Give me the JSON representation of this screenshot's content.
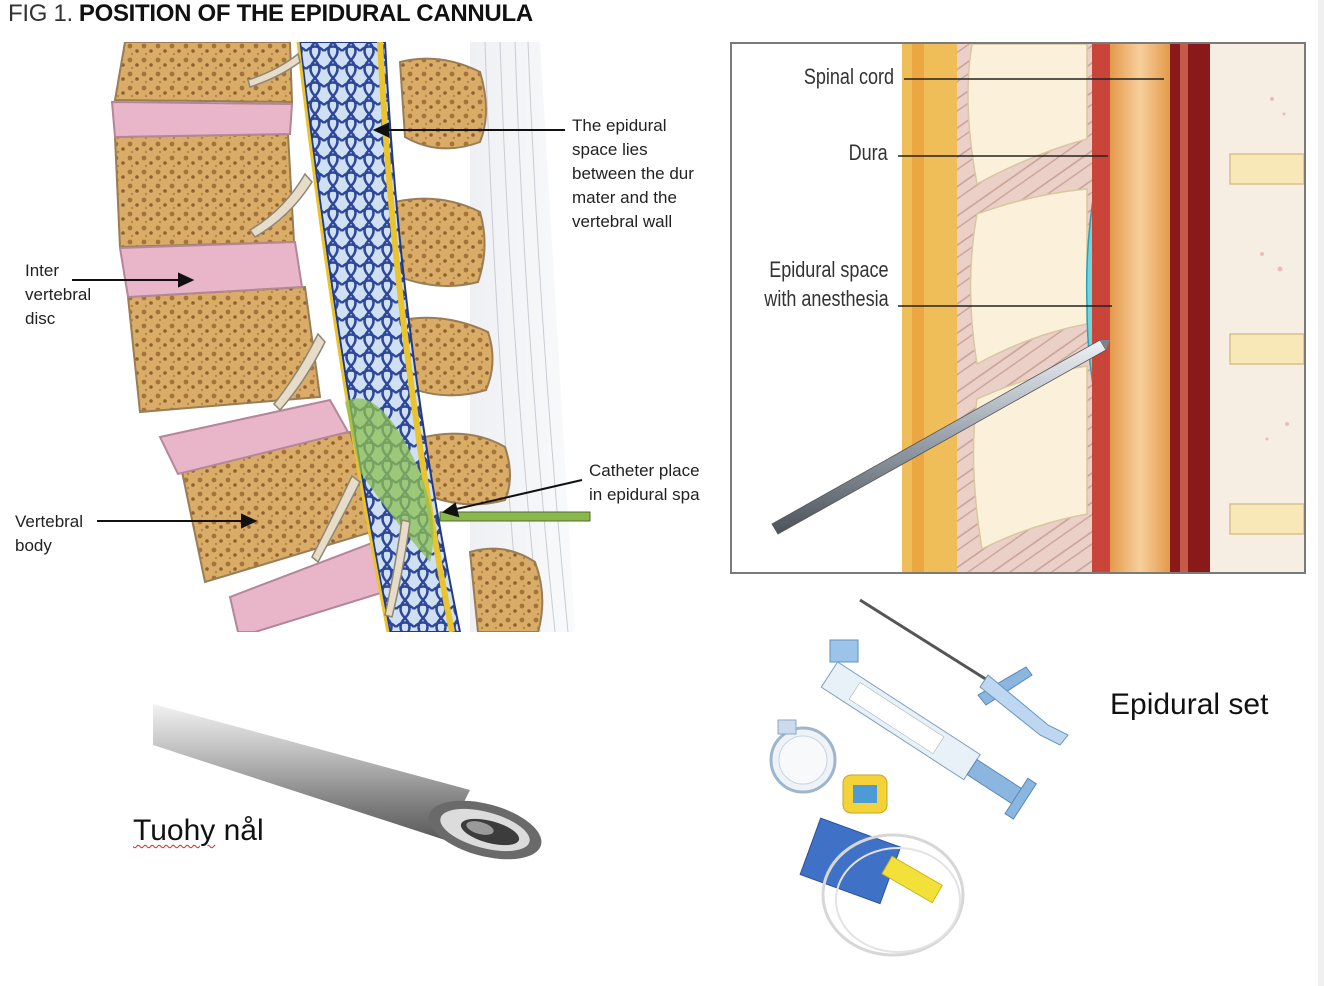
{
  "figure": {
    "title_prefix": "FIG 1.",
    "title_main": "POSITION OF THE EPIDURAL CANNULA"
  },
  "left_panel": {
    "labels": {
      "epidural_space": [
        "The epidural",
        "space lies",
        "between the dur",
        "mater and the",
        "vertebral wall"
      ],
      "intervertebral_disc": [
        "Inter",
        "vertebral",
        "disc"
      ],
      "vertebral_body": [
        "Vertebral",
        "body"
      ],
      "catheter": [
        "Catheter place",
        "in epidural spa"
      ]
    }
  },
  "right_panel": {
    "labels": {
      "spinal_cord": "Spinal cord",
      "dura": "Dura",
      "epidural_space_line1": "Epidural space",
      "epidural_space_line2": "with anesthesia"
    }
  },
  "bottom": {
    "tuohy_prefix": "Tuohy",
    "tuohy_suffix": " nål",
    "epidural_set": "Epidural set"
  },
  "colors": {
    "disc": "#e6b3c6",
    "bone": "#d4a45a",
    "vein": "#2e4a9a",
    "dura_yellow": "#e9c42e",
    "fluid": "#5fd0dc",
    "spinal_cord": "#e8a55a",
    "set_blue": "#8ab6e0"
  }
}
